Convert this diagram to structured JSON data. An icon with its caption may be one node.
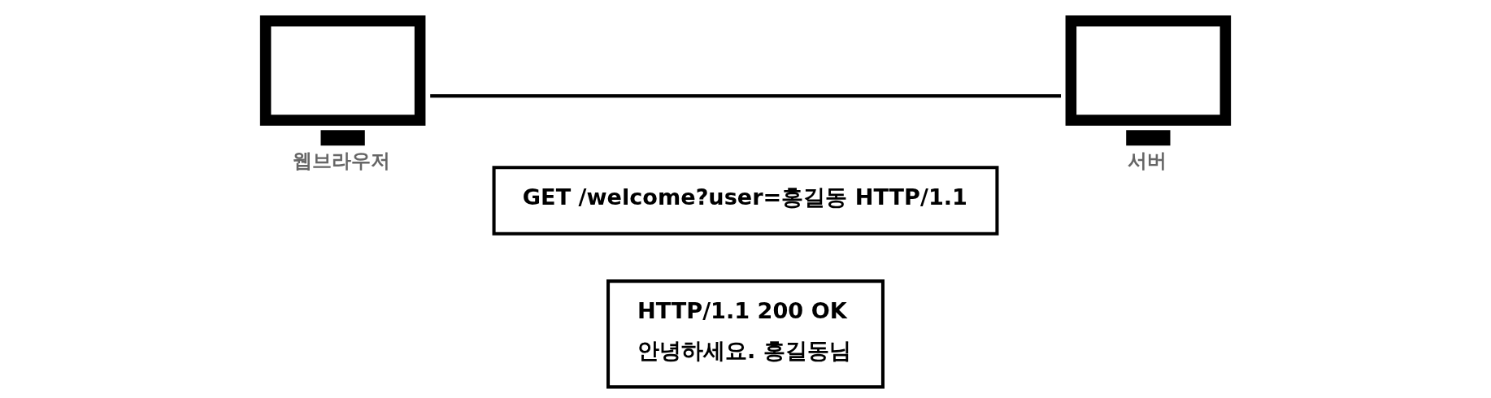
{
  "diagram": {
    "nodes": [
      {
        "text": [
          "웹브라우저"
        ]
      },
      {
        "text": [
          "서버"
        ]
      },
      {
        "text": [
          "GET /welcome?user=홍길동 HTTP/1.1"
        ]
      },
      {
        "text": [
          "HTTP/1.1 200 OK",
          "안녕하세요. 홍길동님"
        ]
      }
    ],
    "edges": [
      {
        "from": 0,
        "to": 1,
        "arrow": "none"
      }
    ]
  }
}
